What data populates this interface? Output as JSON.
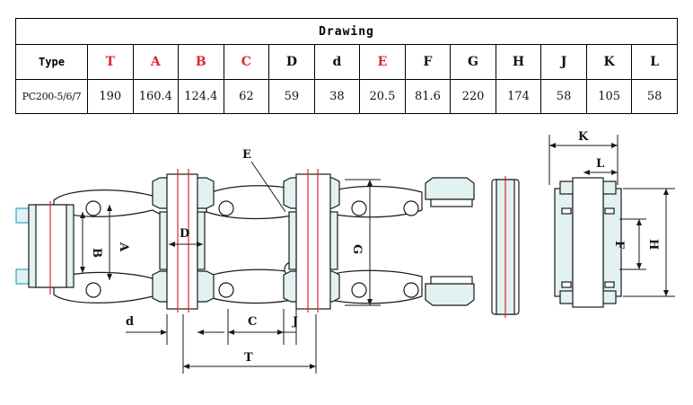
{
  "table": {
    "title": "Drawing",
    "type_label": "Type",
    "columns": [
      {
        "label": "T",
        "color": "#e0262f"
      },
      {
        "label": "A",
        "color": "#e0262f"
      },
      {
        "label": "B",
        "color": "#e0262f"
      },
      {
        "label": "C",
        "color": "#e0262f"
      },
      {
        "label": "D",
        "color": "#111111"
      },
      {
        "label": "d",
        "color": "#111111"
      },
      {
        "label": "E",
        "color": "#e0262f"
      },
      {
        "label": "F",
        "color": "#111111"
      },
      {
        "label": "G",
        "color": "#111111"
      },
      {
        "label": "H",
        "color": "#111111"
      },
      {
        "label": "J",
        "color": "#111111"
      },
      {
        "label": "K",
        "color": "#111111"
      },
      {
        "label": "L",
        "color": "#111111"
      }
    ],
    "row": {
      "type": "PC200-5/6/7",
      "values": [
        "190",
        "160.4",
        "124.4",
        "62",
        "59",
        "38",
        "20.5",
        "81.6",
        "220",
        "174",
        "58",
        "105",
        "58"
      ]
    }
  },
  "diagram": {
    "labels": {
      "E": "E",
      "B": "B",
      "A": "A",
      "D": "D",
      "G": "G",
      "d": "d",
      "C": "C",
      "J": "J",
      "T": "T",
      "K": "K",
      "L": "L",
      "F": "F",
      "H": "H"
    },
    "colors": {
      "line": "#1a1a1a",
      "part_fill": "#e2f1f1",
      "accent": "#2aa8c8",
      "centerline": "#e0262f"
    }
  }
}
